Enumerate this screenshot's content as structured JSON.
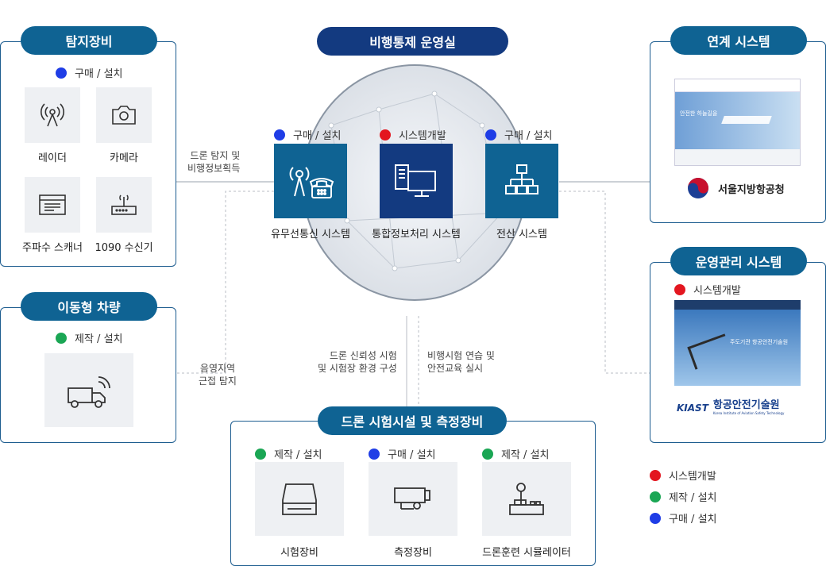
{
  "center": {
    "title": "비행통제 운영실",
    "systems": [
      {
        "status": "구매 / 설치",
        "label": "유무선통신 시스템",
        "icon": "radio-phone-icon"
      },
      {
        "status": "시스템개발",
        "label": "통합정보처리 시스템",
        "icon": "computer-icon"
      },
      {
        "status": "구매 / 설치",
        "label": "전산 시스템",
        "icon": "network-icon"
      }
    ]
  },
  "detect": {
    "title": "탐지장비",
    "status": "구매 / 설치",
    "items": [
      {
        "label": "레이더",
        "icon": "radar-icon"
      },
      {
        "label": "카메라",
        "icon": "camera-icon"
      },
      {
        "label": "주파수 스캐너",
        "icon": "scanner-icon"
      },
      {
        "label": "1090 수신기",
        "icon": "receiver-icon"
      }
    ]
  },
  "vehicle": {
    "title": "이동형 차량",
    "status": "제작 / 설치",
    "icon": "truck-icon"
  },
  "linked": {
    "title": "연계 시스템",
    "org": "서울지방항공청",
    "screenshot_text": "안전한 하늘길을",
    "icon": "korea-emblem-icon"
  },
  "ops": {
    "title": "운영관리 시스템",
    "status": "시스템개발",
    "banner_text": "주도기관 항공안전기술원",
    "logo_text": "KIAST",
    "org": "항공안전기술원",
    "org_en": "Korea Institute of Aviation Safety Technology"
  },
  "testing": {
    "title": "드론 시험시설 및 측정장비",
    "items": [
      {
        "status": "제작 / 설치",
        "label": "시험장비",
        "icon": "drive-icon"
      },
      {
        "status": "구매 / 설치",
        "label": "측정장비",
        "icon": "projector-icon"
      },
      {
        "status": "제작 / 설치",
        "label": "드론훈련 시뮬레이터",
        "icon": "joystick-icon"
      }
    ]
  },
  "notes": {
    "detect_link": [
      "드론 탐지 및",
      "비행정보획득"
    ],
    "vehicle_link": [
      "음영지역",
      "근접 탐지"
    ],
    "test_left": [
      "드론 신뢰성 시험",
      "및 시험장 환경 구성"
    ],
    "test_right": [
      "비행시험 연습 및",
      "안전교육 실시"
    ]
  },
  "legend": [
    {
      "color": "red",
      "label": "시스템개발"
    },
    {
      "color": "green",
      "label": "제작 / 설치"
    },
    {
      "color": "blue",
      "label": "구매 / 설치"
    }
  ],
  "colors": {
    "teal": "#0f6393",
    "navy": "#133a80",
    "red": "#e3161f",
    "green": "#1aa654",
    "blue": "#1f3de6"
  }
}
